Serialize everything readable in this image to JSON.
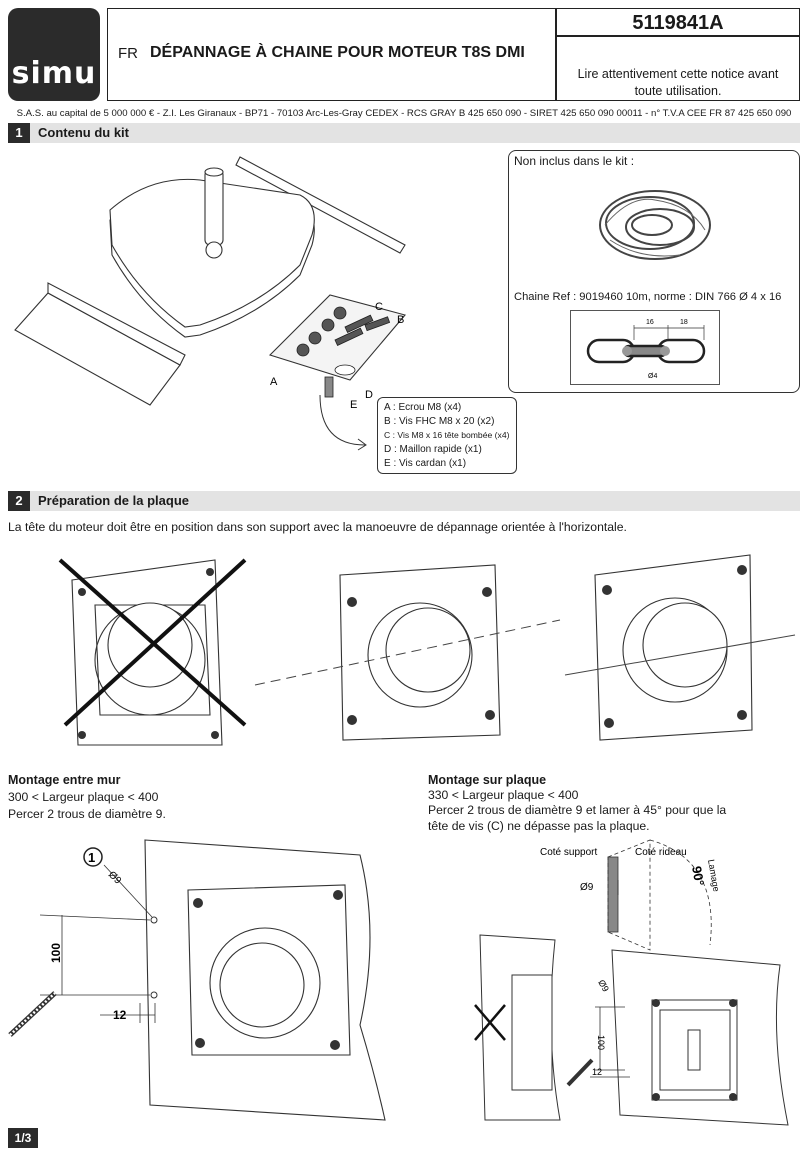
{
  "header": {
    "brand": "simu",
    "lang": "FR",
    "title": "DÉPANNAGE À CHAINE POUR MOTEUR T8S DMI",
    "reference": "5119841A",
    "notice_line1": "Lire attentivement cette notice avant",
    "notice_line2": "toute utilisation.",
    "legal": "S.A.S. au capital de 5 000 000 € - Z.I. Les Giranaux - BP71 - 70103 Arc-Les-Gray CEDEX - RCS GRAY B 425 650 090 - SIRET 425 650 090 00011 - n° T.V.A CEE FR 87 425 650 090"
  },
  "section1": {
    "number": "1",
    "label": "Contenu du kit",
    "not_included": "Non inclus dans le kit :",
    "chain_ref": "Chaine Ref : 9019460 10m, norme : DIN 766 Ø 4 x 16",
    "chain_dims": {
      "a": "16",
      "b": "18",
      "d": "Ø4"
    },
    "letters": {
      "a": "A",
      "b": "B",
      "c": "C",
      "d": "D",
      "e": "E"
    },
    "legend": [
      "A : Ecrou M8 (x4)",
      "B : Vis FHC M8 x 20 (x2)",
      "C : Vis M8 x 16 tête bombée (x4)",
      "D : Maillon rapide (x1)",
      "E : Vis cardan (x1)"
    ]
  },
  "section2": {
    "number": "2",
    "label": "Préparation de la plaque",
    "intro": "La tête du moteur doit être en position dans son support avec la manoeuvre de dépannage orientée à l'horizontale.",
    "wall": {
      "heading": "Montage entre mur",
      "line1": "300 < Largeur plaque < 400",
      "line2": "Percer 2 trous de diamètre 9.",
      "dim_height": "100",
      "dim_offset": "12",
      "hole": "Ø9",
      "callout": "1"
    },
    "plate": {
      "heading": "Montage sur plaque",
      "line1": "330 < Largeur plaque < 400",
      "line2": "Percer 2 trous de diamètre 9 et lamer à 45° pour que la",
      "line3": "tête de vis (C) ne dépasse pas la plaque.",
      "side_support": "Coté support",
      "side_curtain": "Coté rideau",
      "lamage": "Lamage",
      "angle": "90°",
      "hole": "Ø9",
      "dim_height": "100",
      "dim_offset": "12"
    }
  },
  "footer": {
    "page": "1/3"
  }
}
